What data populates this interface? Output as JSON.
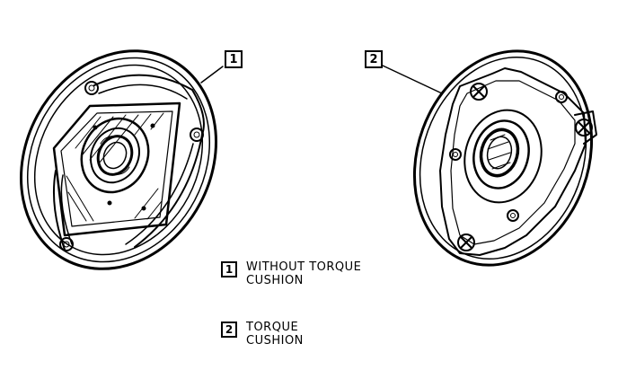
{
  "callouts": {
    "item1": "1",
    "item2": "2"
  },
  "legend": [
    {
      "number": "1",
      "line1": "WITHOUT TORQUE",
      "line2": "CUSHION"
    },
    {
      "number": "2",
      "line1": "TORQUE",
      "line2": "CUSHION"
    }
  ]
}
